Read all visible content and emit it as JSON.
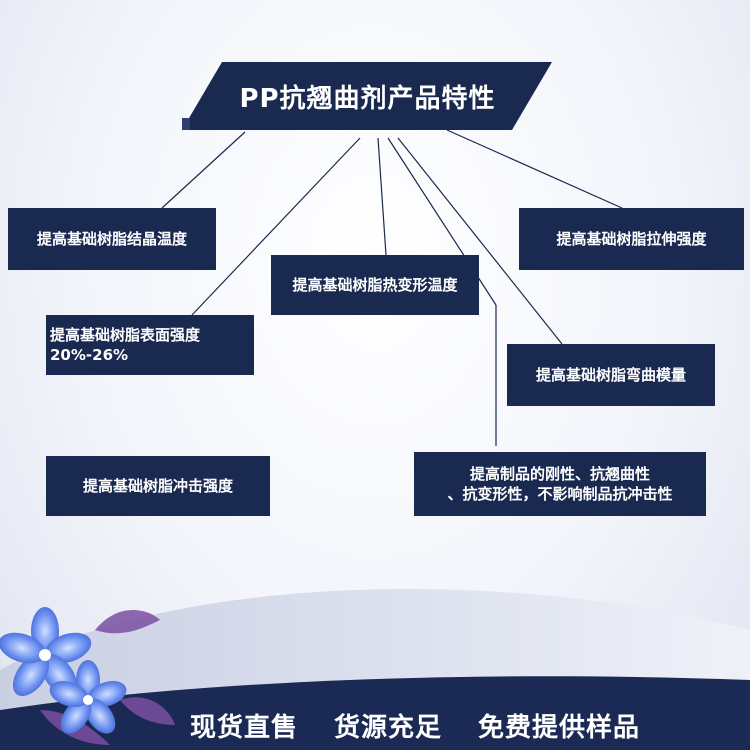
{
  "title": "PP抗翘曲剂产品特性",
  "boxes": {
    "b1": "提高基础树脂结晶温度",
    "b2": "提高基础树脂热变形温度",
    "b3": "提高基础树脂拉伸强度",
    "b4_line1": "提高基础树脂表面强度",
    "b4_line2": "20%-26%",
    "b5": "提高基础树脂弯曲模量",
    "b6": "提高基础树脂冲击强度",
    "b7_line1": "提高制品的刚性、抗翘曲性",
    "b7_line2": "、抗变形性，不影响制品抗冲击性"
  },
  "slogans": [
    "现货直售",
    "货源充足",
    "免费提供样品"
  ],
  "colors": {
    "box": "#1a2950",
    "banner": "#1a2950",
    "line": "#1a2950",
    "footer": "#1b2a55",
    "flower": "#5f86e6"
  }
}
